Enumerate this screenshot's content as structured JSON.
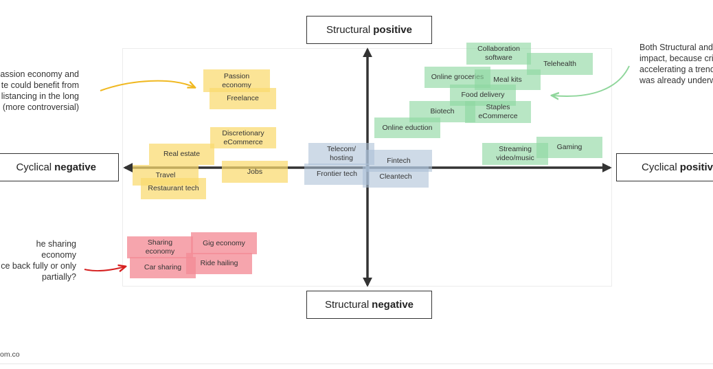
{
  "axes": {
    "top": {
      "prefix": "Structural",
      "bold": "positive"
    },
    "bottom": {
      "prefix": "Structural",
      "bold": "negative"
    },
    "left": {
      "prefix": "Cyclical",
      "bold": "negative"
    },
    "right": {
      "prefix": "Cyclical",
      "bold": "positive"
    }
  },
  "notes": {
    "left_top": [
      "assion economy and",
      "te could benefit from",
      "listancing in the long",
      "(more controversial)"
    ],
    "left_bottom": [
      "he sharing economy",
      "ce back fully or only",
      "partially?"
    ],
    "right_top": [
      "Both Structural and",
      "impact, because cri",
      "accelerating a trend",
      "was already underw"
    ]
  },
  "stickies": {
    "passion_economy": "Passion\neconomy",
    "freelance": "Freelance",
    "discretionary_ecommerce": "Discretionary\neCommerce",
    "real_estate": "Real estate",
    "travel": "Travel",
    "restaurant_tech": "Restaurant tech",
    "jobs": "Jobs",
    "telecom_hosting": "Telecom/\nhosting",
    "frontier_tech": "Frontier tech",
    "fintech": "Fintech",
    "cleantech": "Cleantech",
    "collaboration_software": "Collaboration\nsoftware",
    "telehealth": "Telehealth",
    "online_groceries": "Online groceries",
    "meal_kits": "Meal kits",
    "food_delivery": "Food delivery",
    "biotech": "Biotech",
    "staples_ecommerce": "Staples\neCommerce",
    "online_eduction": "Online eduction",
    "streaming_video_music": "Streaming\nvideo/music",
    "gaming": "Gaming",
    "sharing_economy": "Sharing\neconomy",
    "gig_economy": "Gig economy",
    "car_sharing": "Car sharing",
    "ride_hailing": "Ride hailing"
  },
  "colors": {
    "yellow": "#fada6e",
    "green": "#8cd7a0",
    "blue": "#aac0d6",
    "red": "#f48c96",
    "axis": "#333333"
  },
  "footer": "om.co"
}
